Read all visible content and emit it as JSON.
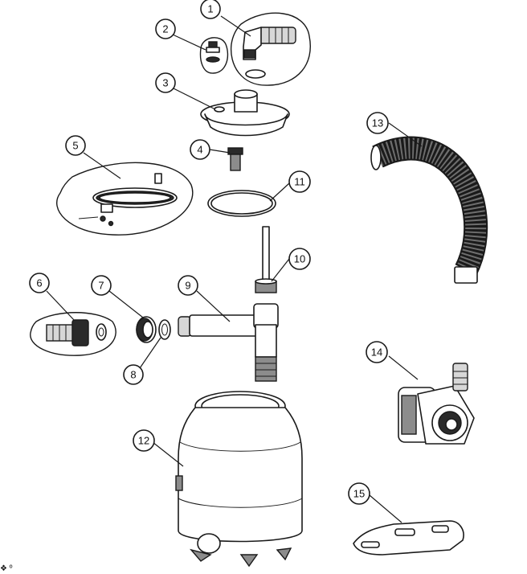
{
  "callouts": [
    {
      "id": "c1",
      "label": "1"
    },
    {
      "id": "c2",
      "label": "2"
    },
    {
      "id": "c3",
      "label": "3"
    },
    {
      "id": "c4",
      "label": "4"
    },
    {
      "id": "c5",
      "label": "5"
    },
    {
      "id": "c6",
      "label": "6"
    },
    {
      "id": "c7",
      "label": "7"
    },
    {
      "id": "c8",
      "label": "8"
    },
    {
      "id": "c9",
      "label": "9"
    },
    {
      "id": "c10",
      "label": "10"
    },
    {
      "id": "c11",
      "label": "11"
    },
    {
      "id": "c12",
      "label": "12"
    },
    {
      "id": "c13",
      "label": "13"
    },
    {
      "id": "c14",
      "label": "14"
    },
    {
      "id": "c15",
      "label": "15"
    }
  ],
  "corner_mark": "❖ º"
}
